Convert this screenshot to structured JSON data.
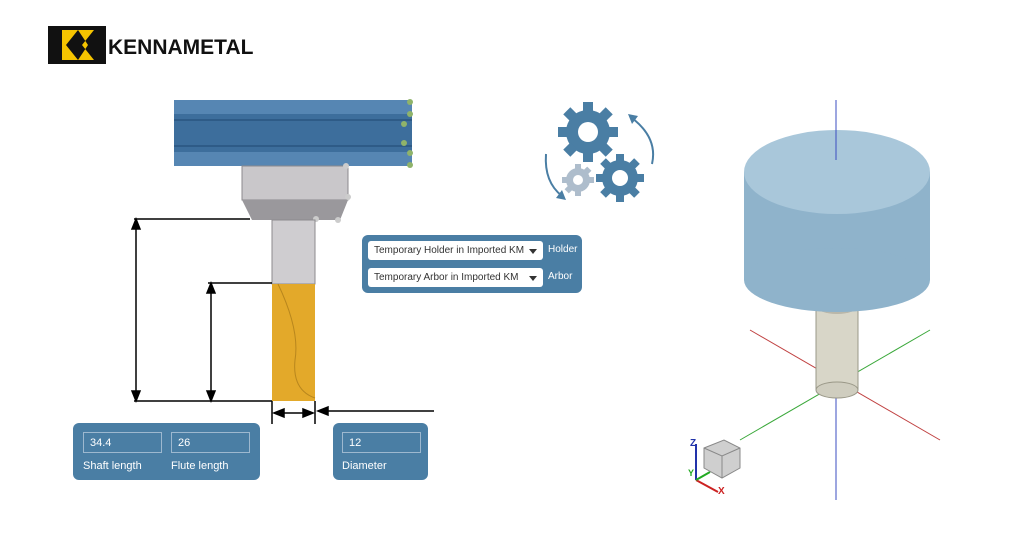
{
  "brand": {
    "name": "KENNAMETAL",
    "logo_color": "#f5c400"
  },
  "tool_fields": {
    "shaft_length": {
      "value": "34.4",
      "label": "Shaft length"
    },
    "flute_length": {
      "value": "26",
      "label": "Flute length"
    },
    "diameter": {
      "value": "12",
      "label": "Diameter"
    }
  },
  "assembly": {
    "holder": {
      "selected": "Temporary Holder in Imported KM",
      "label": "Holder"
    },
    "arbor": {
      "selected": "Temporary Arbor in Imported KM",
      "label": "Arbor"
    }
  },
  "view_cube": {
    "axes": [
      "Z",
      "Y",
      "X"
    ]
  },
  "colors": {
    "panel": "#4a7ea4",
    "holder_blue": "#3d6e9c",
    "flute_gold": "#e3a92a",
    "model_top": "#a9c7da"
  }
}
